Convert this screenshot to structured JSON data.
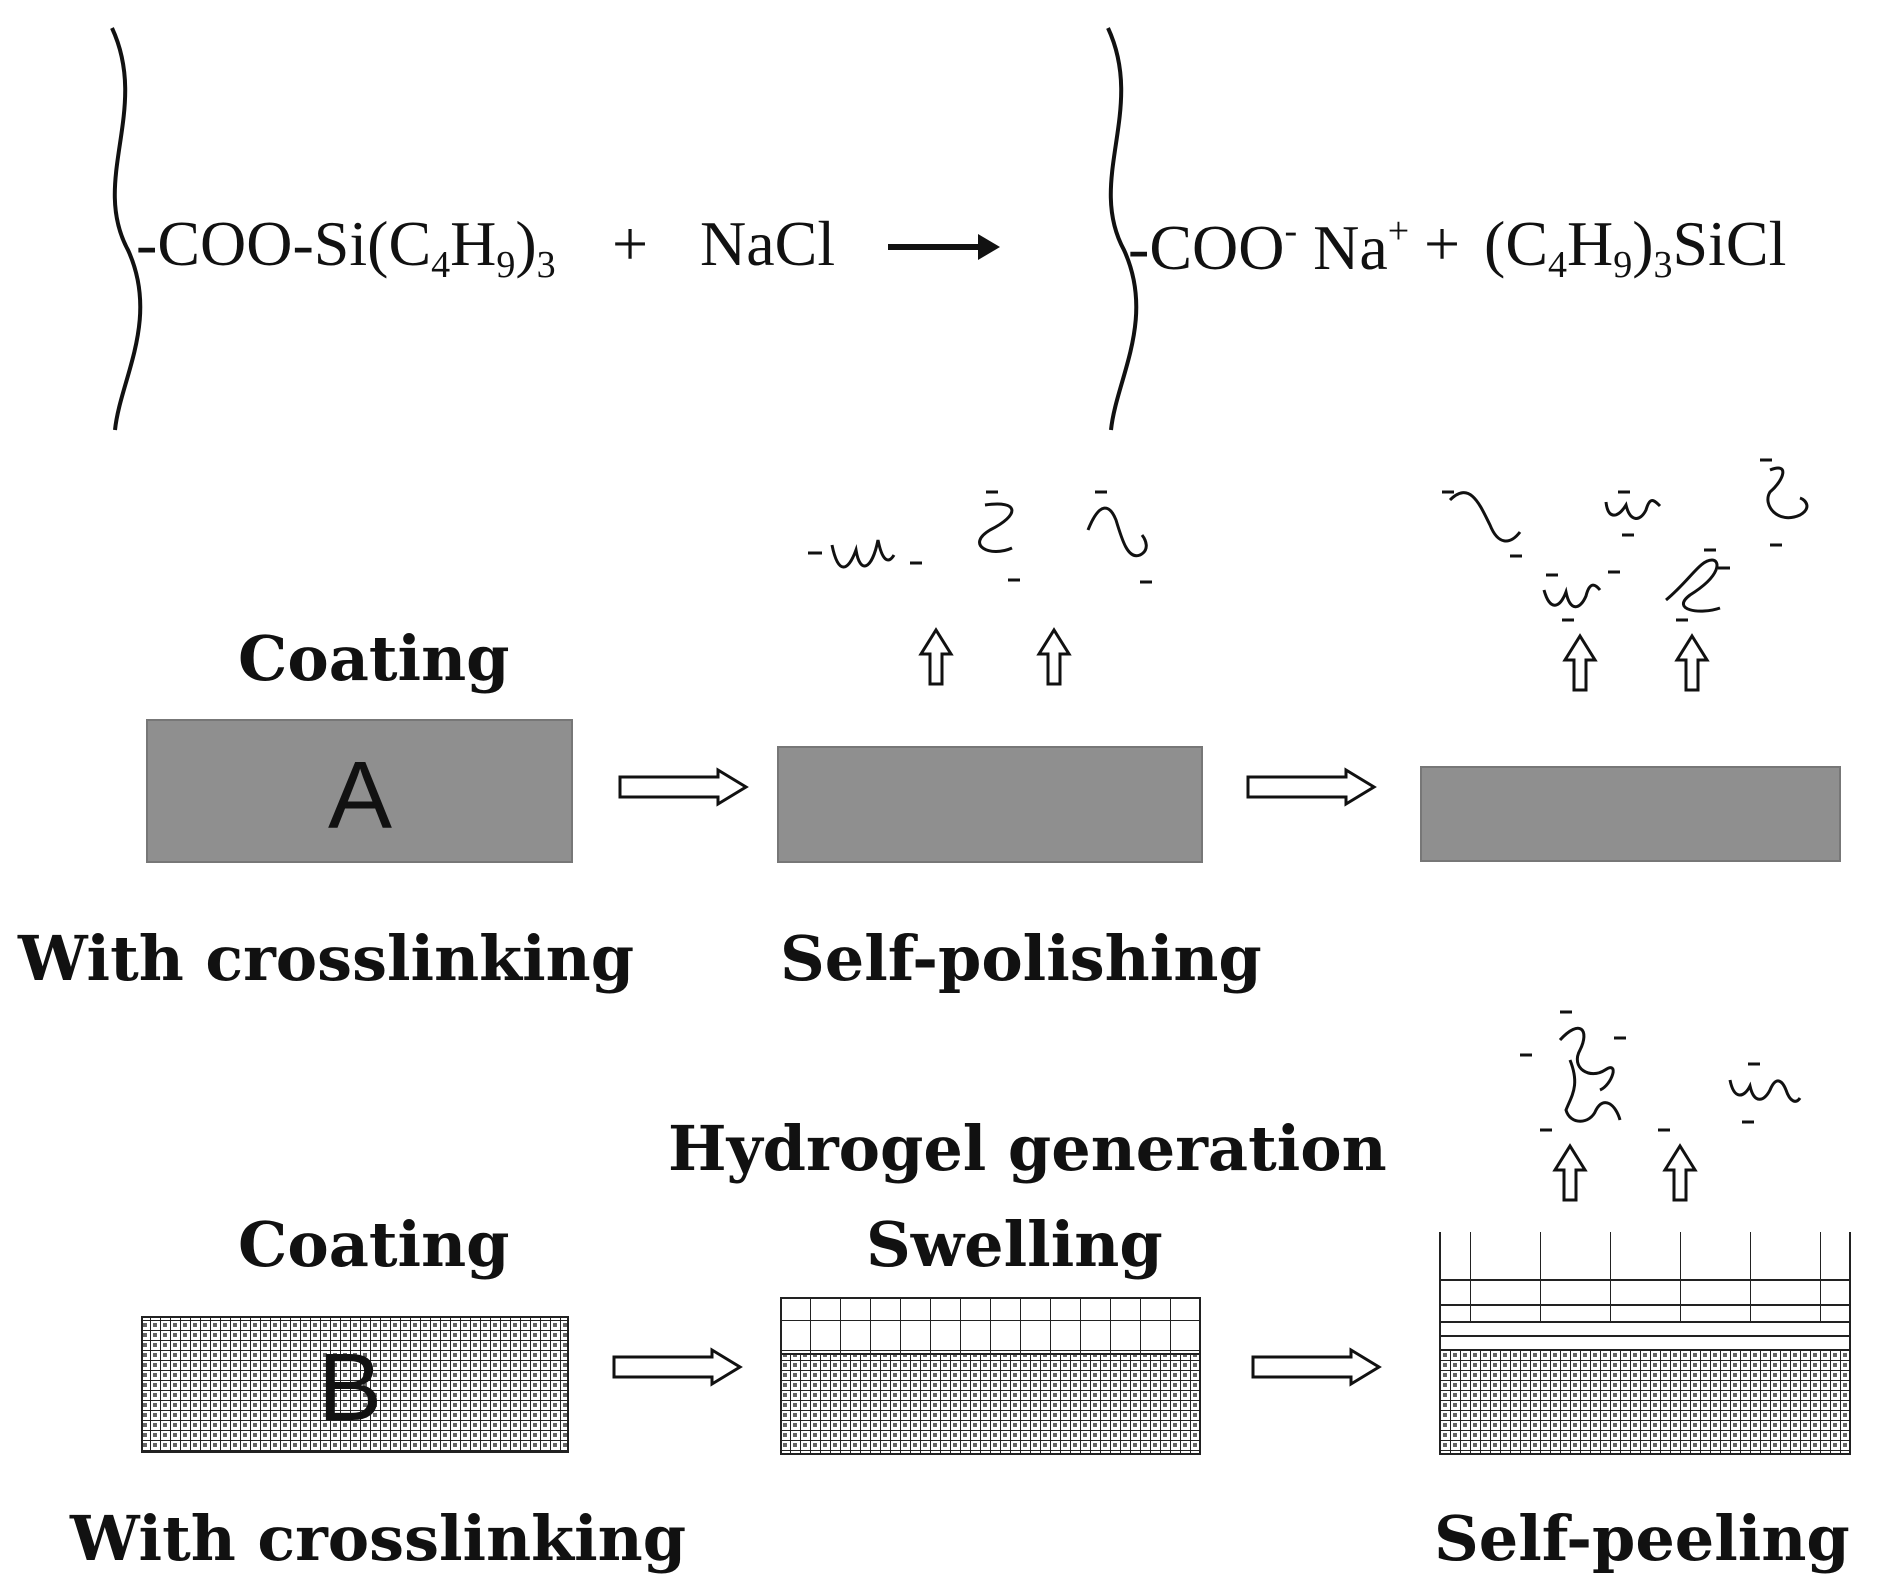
{
  "equation": {
    "left_group": "-COO-Si(C",
    "left_sub1": "4",
    "left_mid": "H",
    "left_sub2": "9",
    "left_close": ")",
    "left_sub3": "3",
    "plus1": "+",
    "reagent": "NaCl",
    "right_group": "-COO",
    "right_sup1": "-",
    "right_ion": "Na",
    "right_sup2": "+",
    "plus2": "+",
    "right_prod_open": "(C",
    "right_prod_sub1": "4",
    "right_prod_mid": "H",
    "right_prod_sub2": "9",
    "right_prod_close": ")",
    "right_prod_sub3": "3",
    "right_prod_end": "SiCl"
  },
  "row_a": {
    "coating_label": "Coating",
    "block_letter": "A",
    "left_caption": "With crosslinking",
    "middle_caption": "Self-polishing"
  },
  "row_b": {
    "coating_label": "Coating",
    "block_letter": "B",
    "middle_title_1": "Hydrogel generation",
    "middle_title_2": "Swelling",
    "left_caption": "With crosslinking",
    "right_caption": "Self-peeling"
  },
  "colors": {
    "block_fill": "#8f8f8f",
    "ink": "#111111",
    "arrow_fill": "#ffffff"
  }
}
